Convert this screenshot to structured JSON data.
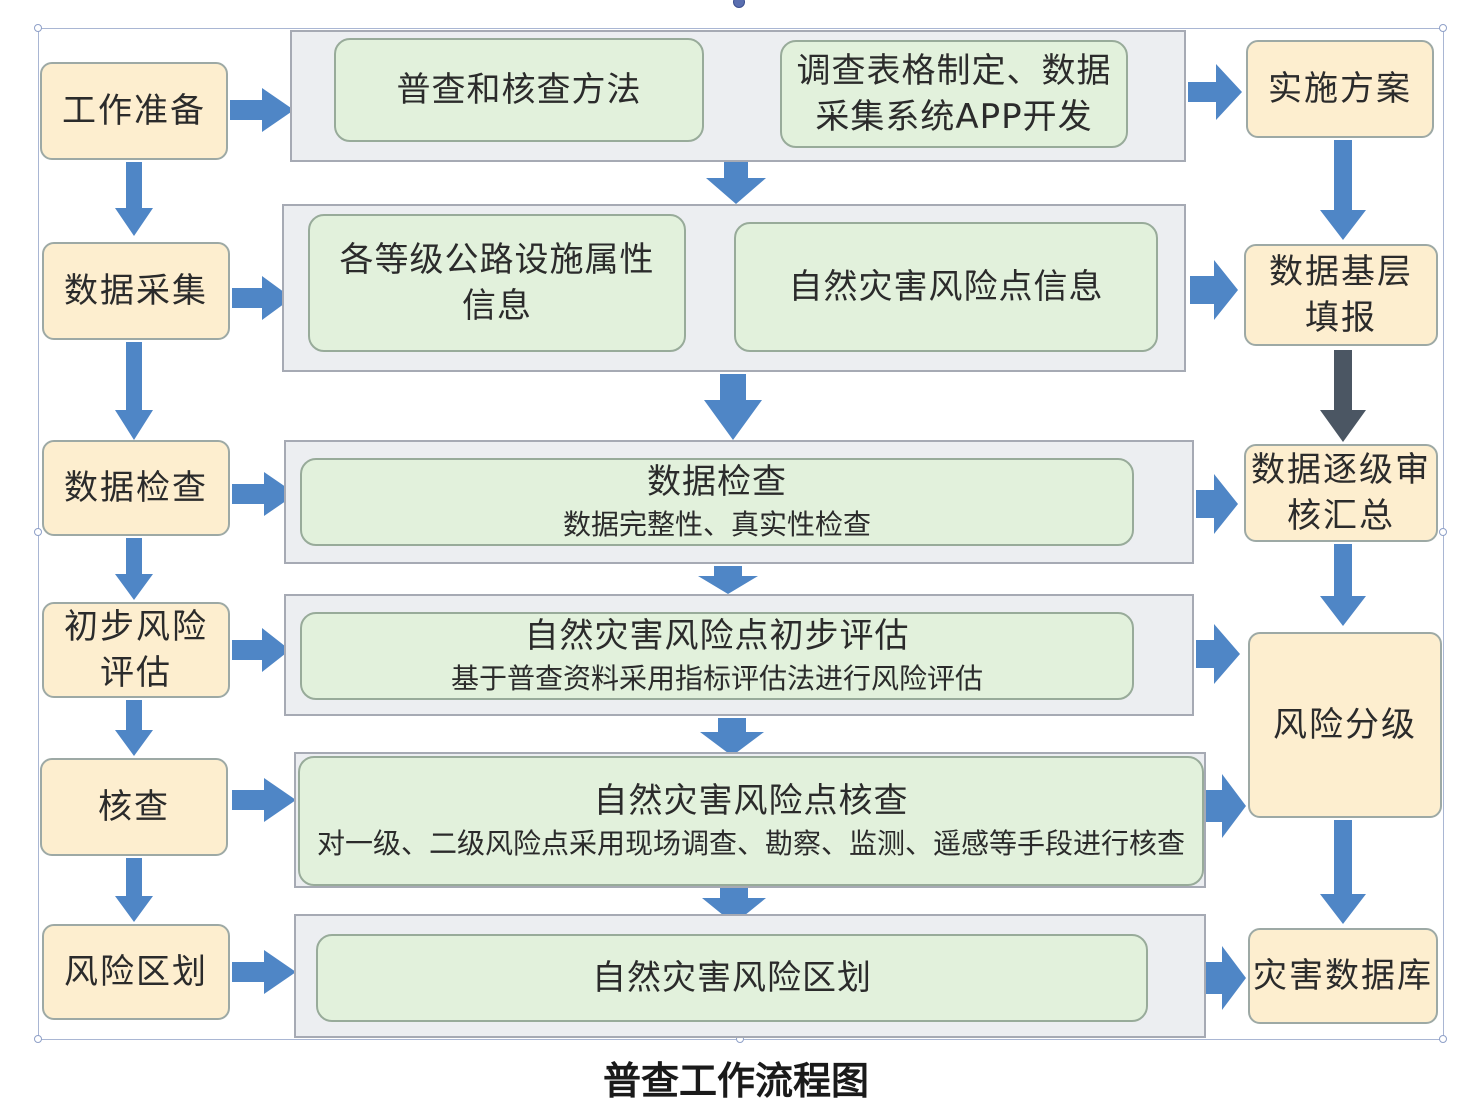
{
  "stages": [
    {
      "label": "工作准备"
    },
    {
      "label": "数据采集"
    },
    {
      "label": "数据检查"
    },
    {
      "label": "初步风险评估"
    },
    {
      "label": "核查"
    },
    {
      "label": "风险区划"
    }
  ],
  "row1": {
    "method": "普查和核查方法",
    "tools": "调查表格制定、数据采集系统APP开发"
  },
  "row2": {
    "attributes": "各等级公路设施属性信息",
    "risk_points": "自然灾害风险点信息"
  },
  "row3": {
    "title": "数据检查",
    "detail": "数据完整性、真实性检查"
  },
  "row4": {
    "title": "自然灾害风险点初步评估",
    "detail": "基于普查资料采用指标评估法进行风险评估"
  },
  "row5": {
    "title": "自然灾害风险点核查",
    "detail": "对一级、二级风险点采用现场调查、勘察、监测、遥感等手段进行核查"
  },
  "row6": {
    "title": "自然灾害风险区划"
  },
  "outputs": [
    {
      "label": "实施方案"
    },
    {
      "label": "数据基层填报"
    },
    {
      "label": "数据逐级审核汇总"
    },
    {
      "label": "风险分级"
    },
    {
      "label": "灾害数据库"
    }
  ],
  "caption": "普查工作流程图",
  "colors": {
    "stage_fill": "#fdeecf",
    "inner_fill": "#e2f1dc",
    "panel_fill": "#eceef1",
    "arrow": "#4f86c6",
    "arrow_dark": "#4b5663"
  }
}
